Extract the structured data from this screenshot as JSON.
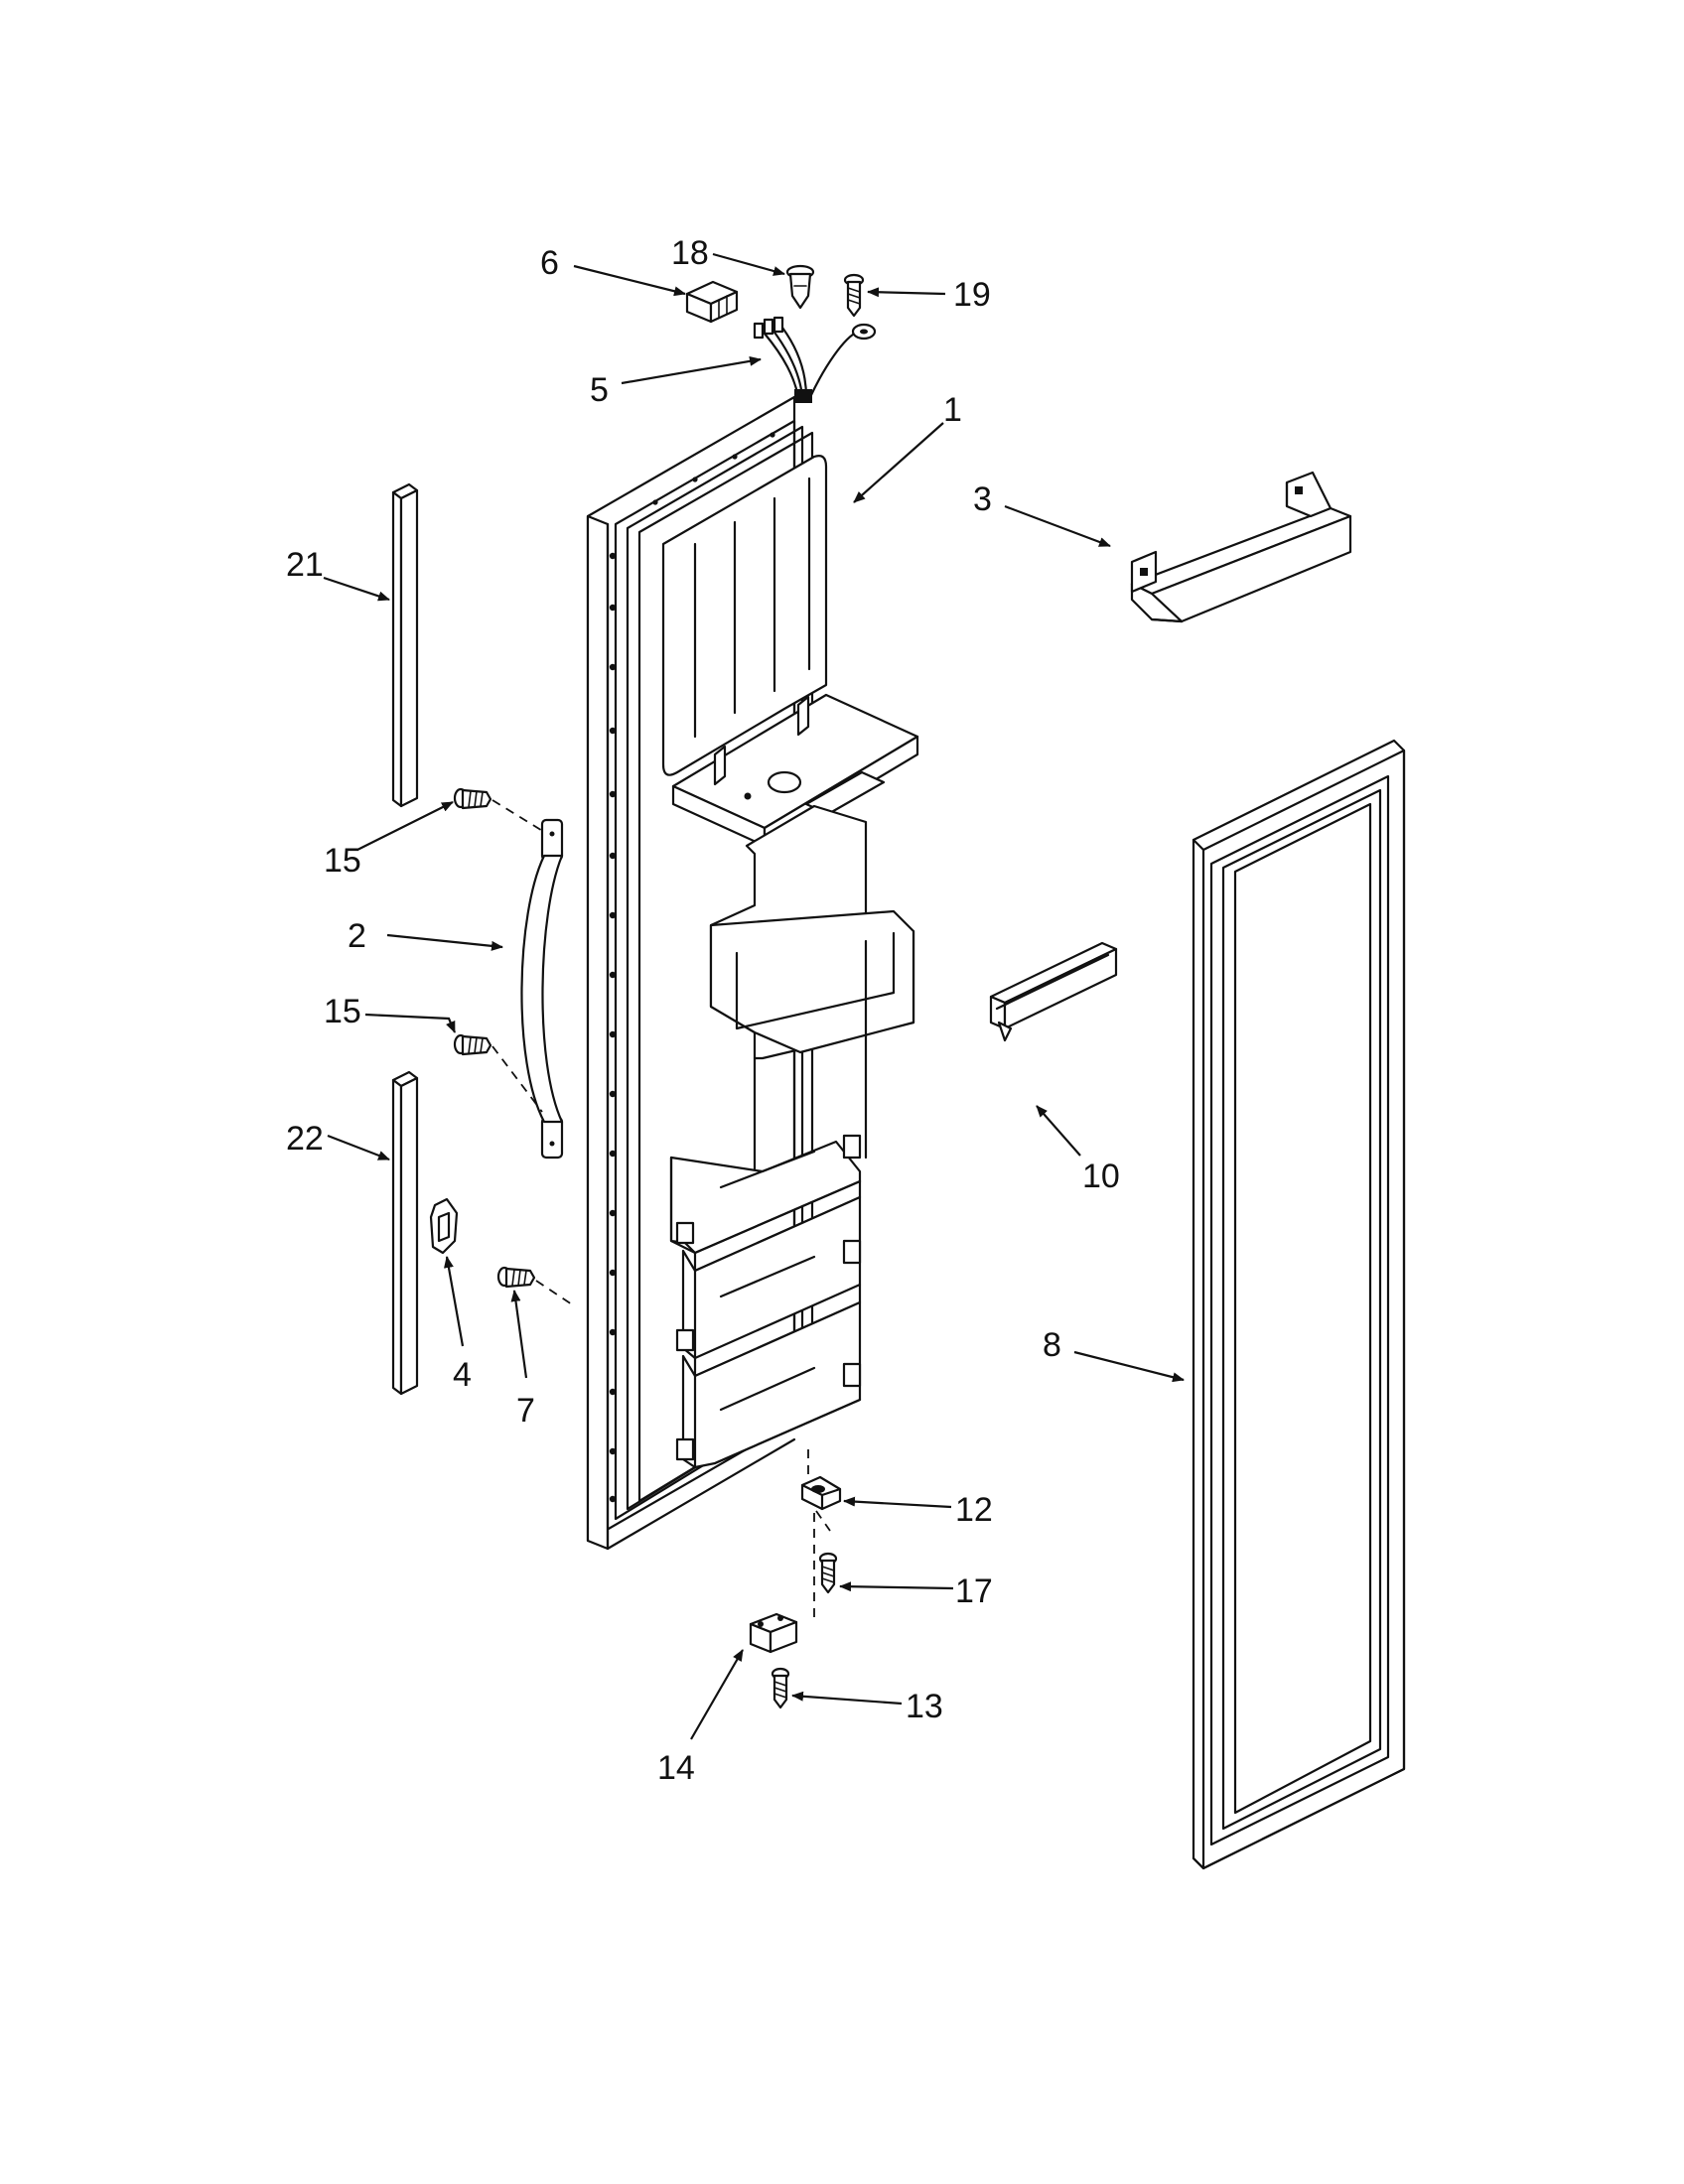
{
  "callouts": [
    {
      "id": "c1",
      "text": "1"
    },
    {
      "id": "c2",
      "text": "2"
    },
    {
      "id": "c3",
      "text": "3"
    },
    {
      "id": "c4",
      "text": "4"
    },
    {
      "id": "c5",
      "text": "5"
    },
    {
      "id": "c6",
      "text": "6"
    },
    {
      "id": "c7",
      "text": "7"
    },
    {
      "id": "c8",
      "text": "8"
    },
    {
      "id": "c10",
      "text": "10"
    },
    {
      "id": "c12",
      "text": "12"
    },
    {
      "id": "c13",
      "text": "13"
    },
    {
      "id": "c14",
      "text": "14"
    },
    {
      "id": "c15a",
      "text": "15"
    },
    {
      "id": "c15b",
      "text": "15"
    },
    {
      "id": "c17",
      "text": "17"
    },
    {
      "id": "c18",
      "text": "18"
    },
    {
      "id": "c19",
      "text": "19"
    },
    {
      "id": "c21",
      "text": "21"
    },
    {
      "id": "c22",
      "text": "22"
    }
  ]
}
